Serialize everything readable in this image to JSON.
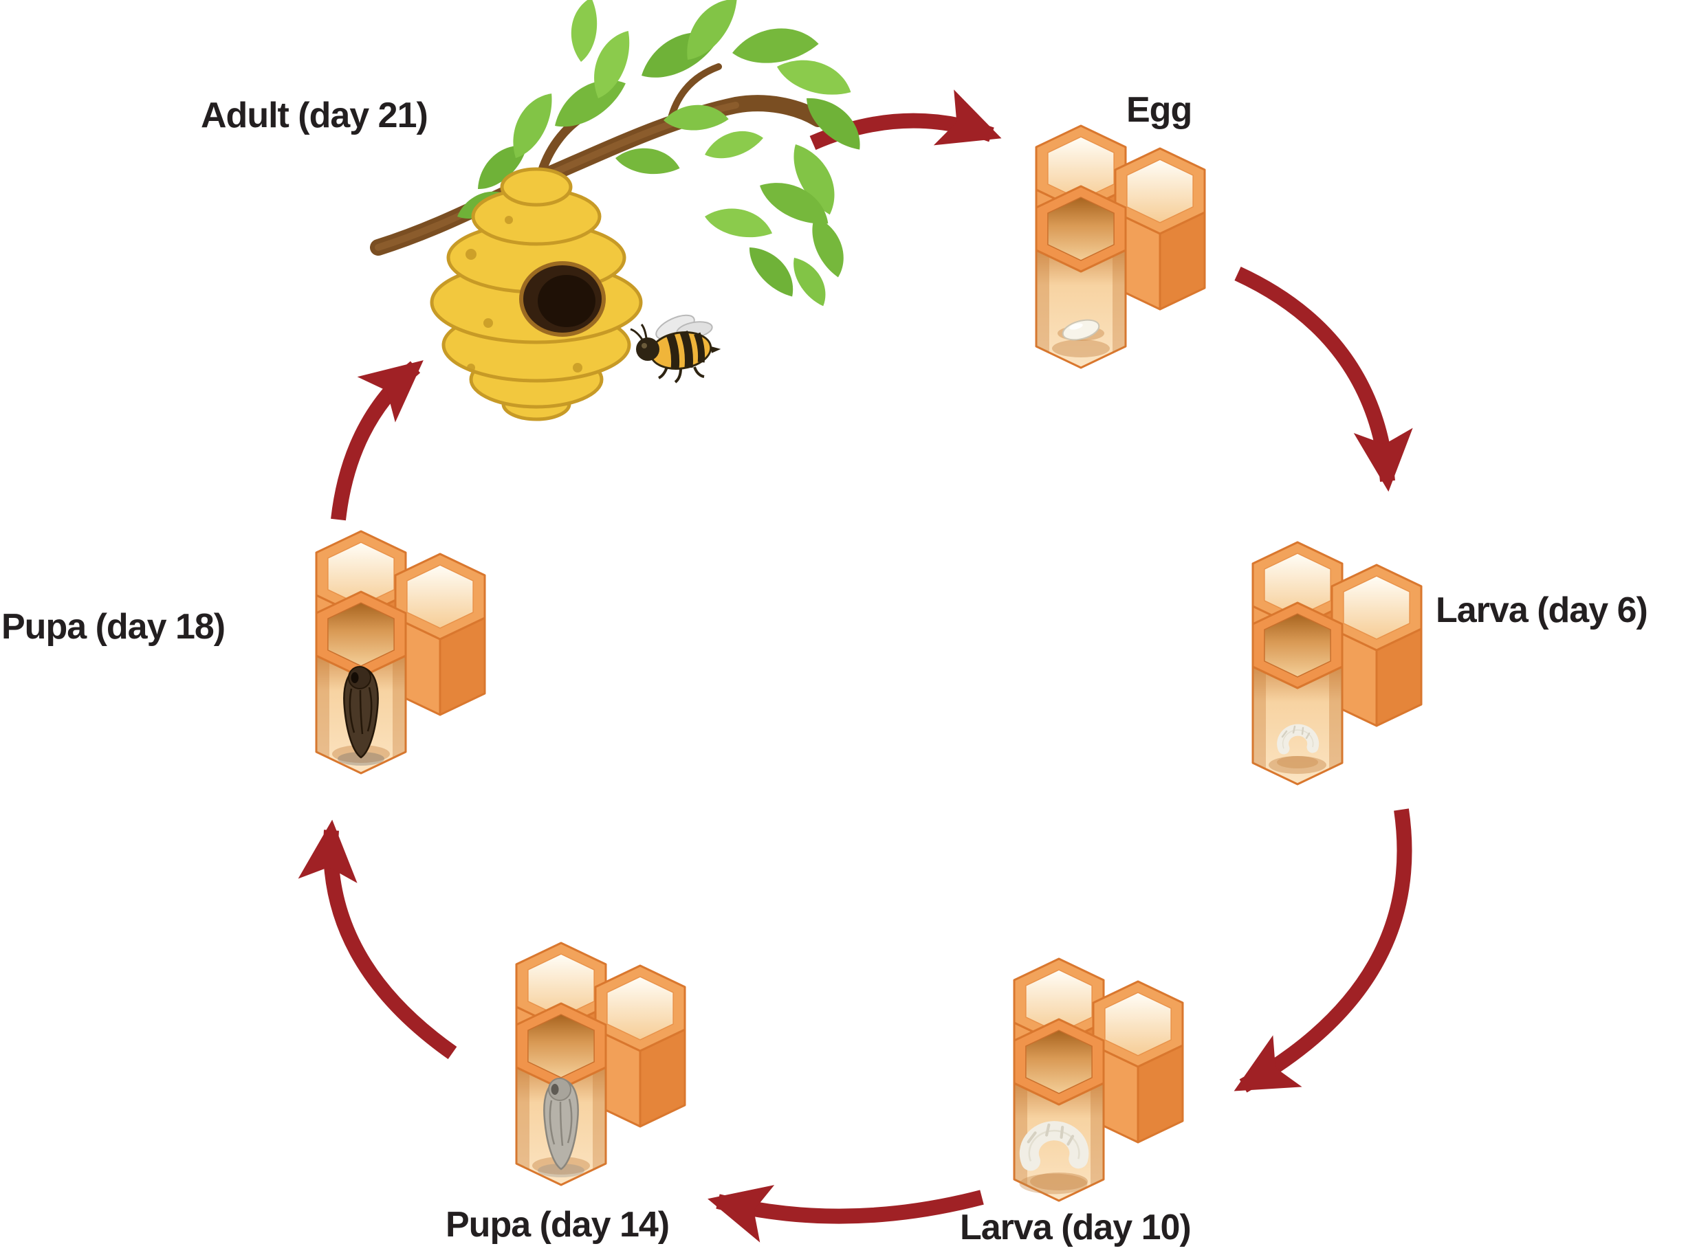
{
  "diagram": {
    "type": "cycle",
    "subject": "honey bee life cycle",
    "stages": [
      {
        "id": "adult",
        "label": "Adult (day 21)",
        "illustration": "beehive-on-branch-with-bee"
      },
      {
        "id": "egg",
        "label": "Egg",
        "illustration": "honeycomb-with-egg"
      },
      {
        "id": "larva-6",
        "label": "Larva (day 6)",
        "illustration": "honeycomb-with-small-larva"
      },
      {
        "id": "larva-10",
        "label": "Larva (day 10)",
        "illustration": "honeycomb-with-large-larva"
      },
      {
        "id": "pupa-14",
        "label": "Pupa (day 14)",
        "illustration": "honeycomb-with-gray-pupa"
      },
      {
        "id": "pupa-18",
        "label": "Pupa (day 18)",
        "illustration": "honeycomb-with-dark-pupa"
      }
    ],
    "arrows": [
      {
        "from": "adult",
        "to": "egg"
      },
      {
        "from": "egg",
        "to": "larva-6"
      },
      {
        "from": "larva-6",
        "to": "larva-10"
      },
      {
        "from": "larva-10",
        "to": "pupa-14"
      },
      {
        "from": "pupa-14",
        "to": "pupa-18"
      },
      {
        "from": "pupa-18",
        "to": "adult"
      }
    ]
  },
  "colors": {
    "background": "#FFFFFF",
    "text": "#231F20",
    "arrow_red": "#A02125",
    "honeycomb_orange": "#F0944B",
    "honeycomb_outline": "#D9772E",
    "hive_yellow": "#F2C83E",
    "leaf_green": "#76B83C",
    "branch_brown": "#7A4E22"
  }
}
